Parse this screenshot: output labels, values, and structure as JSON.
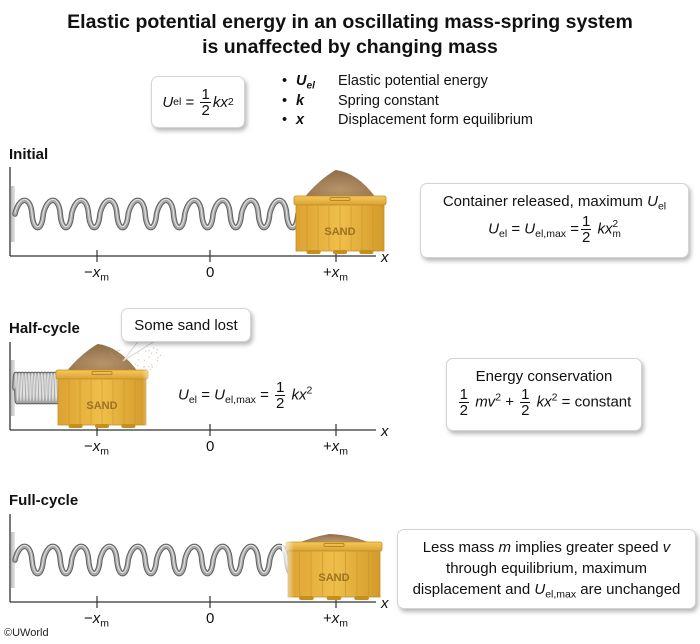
{
  "title": {
    "line1": "Elastic potential energy in an oscillating mass-spring system",
    "line2": "is unaffected by changing mass"
  },
  "formula_box": {
    "lhs_symbol": "U",
    "lhs_sub": "el",
    "equals": "=",
    "frac_num": "1",
    "frac_den": "2",
    "rhs": "kx",
    "rhs_sup": "2"
  },
  "legend": [
    {
      "bullet": "•",
      "symbol": "U",
      "symbol_sub": "el",
      "description": "Elastic potential energy"
    },
    {
      "bullet": "•",
      "symbol": "k",
      "symbol_sub": "",
      "description": "Spring constant"
    },
    {
      "bullet": "•",
      "symbol": "x",
      "symbol_sub": "",
      "description": "Displacement form equilibrium"
    }
  ],
  "axis": {
    "neg_label": "−x",
    "neg_sub": "m",
    "zero_label": "0",
    "pos_label": "+x",
    "pos_sub": "m",
    "axis_name": "x"
  },
  "container_label": "SAND",
  "panels": {
    "initial": {
      "label": "Initial",
      "box_title": "Container released, maximum ",
      "box_title_sym": "U",
      "box_title_sub": "el",
      "eq_lhs": "U",
      "eq_lhs_sub": "el",
      "eq_mid": "U",
      "eq_mid_sub": "el,max",
      "frac_num": "1",
      "frac_den": "2",
      "eq_rhs": "kx",
      "eq_rhs_sup": "2",
      "eq_rhs_sub": "m"
    },
    "half_cycle": {
      "label": "Half-cycle",
      "callout": "Some sand lost",
      "inline_eq_lhs": "U",
      "inline_eq_lhs_sub": "el",
      "inline_eq_mid": "U",
      "inline_eq_mid_sub": "el,max",
      "frac_num": "1",
      "frac_den": "2",
      "inline_eq_rhs": "kx",
      "inline_eq_rhs_sup": "2",
      "box_title": "Energy conservation",
      "box_frac1_num": "1",
      "box_frac1_den": "2",
      "box_term1": "mv",
      "box_term1_sup": "2",
      "box_plus": "+",
      "box_frac2_num": "1",
      "box_frac2_den": "2",
      "box_term2": "kx",
      "box_term2_sup": "2",
      "box_rhs": "= constant"
    },
    "full_cycle": {
      "label": "Full-cycle",
      "box_line1_a": "Less mass ",
      "box_line1_m": "m",
      "box_line1_b": " implies greater speed ",
      "box_line1_v": "v",
      "box_line2": "through equilibrium, maximum",
      "box_line3_a": "displacement and ",
      "box_line3_sym": "U",
      "box_line3_sub": "el,max",
      "box_line3_b": " are unchanged"
    }
  },
  "copyright": "©UWorld",
  "colors": {
    "container": "#e8b13a",
    "container_dark": "#c48f1f",
    "sand": "#a9865c",
    "spring": "#8a8a8a",
    "axis": "#333333"
  }
}
